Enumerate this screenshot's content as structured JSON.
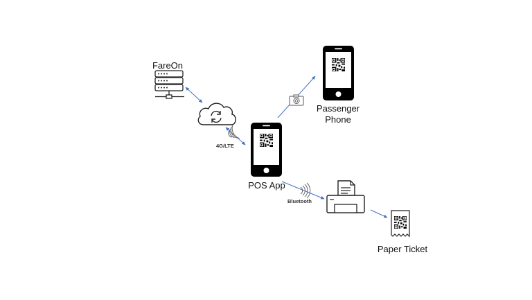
{
  "nodes": {
    "server": {
      "label": "FareOn",
      "icon": "server-icon"
    },
    "cloud": {
      "icon": "cloud-sync-icon"
    },
    "pos_phone": {
      "label": "POS App",
      "icon": "phone-qr-icon"
    },
    "passenger_phone": {
      "label_line1": "Passenger",
      "label_line2": "Phone",
      "icon": "phone-qr-icon"
    },
    "printer": {
      "icon": "printer-icon"
    },
    "paper_ticket": {
      "label": "Paper Ticket",
      "icon": "ticket-qr-icon"
    }
  },
  "connections": {
    "cellular": {
      "label": "4G/LTE",
      "icon": "wireless-signal-icon"
    },
    "camera": {
      "icon": "camera-icon"
    },
    "bluetooth": {
      "label": "Bluetooth",
      "icon": "wireless-signal-icon"
    }
  },
  "colors": {
    "arrow": "#4472C4",
    "icon": "#000000",
    "outline": "#222222"
  }
}
